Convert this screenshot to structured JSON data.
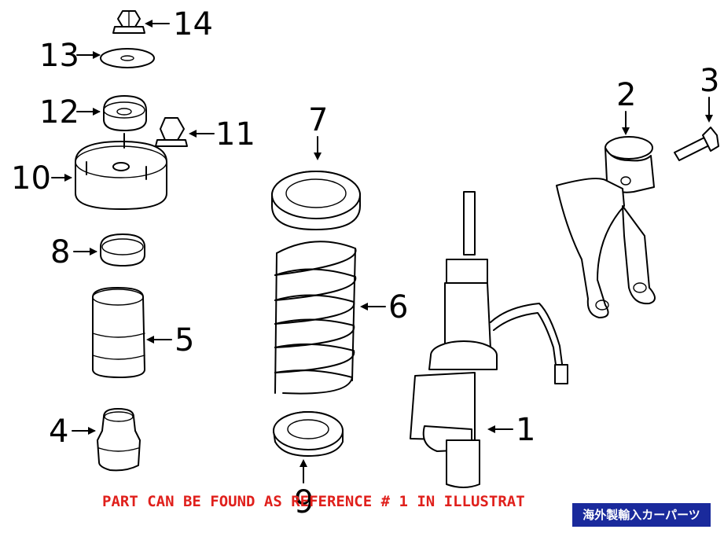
{
  "callouts": [
    {
      "id": "1",
      "text": "1"
    },
    {
      "id": "2",
      "text": "2"
    },
    {
      "id": "3",
      "text": "3"
    },
    {
      "id": "4",
      "text": "4"
    },
    {
      "id": "5",
      "text": "5"
    },
    {
      "id": "6",
      "text": "6"
    },
    {
      "id": "7",
      "text": "7"
    },
    {
      "id": "8",
      "text": "8"
    },
    {
      "id": "9",
      "text": "9"
    },
    {
      "id": "10",
      "text": "10"
    },
    {
      "id": "11",
      "text": "11"
    },
    {
      "id": "12",
      "text": "12"
    },
    {
      "id": "13",
      "text": "13"
    },
    {
      "id": "14",
      "text": "14"
    }
  ],
  "notice": "PART CAN BE FOUND AS REFERENCE # 1 IN ILLUSTRAT",
  "badge": "海外製輸入カーパーツ",
  "colors": {
    "notice": "#e0201c",
    "badge_bg": "#1a2a9c",
    "badge_text": "#ffffff",
    "line": "#000000"
  }
}
